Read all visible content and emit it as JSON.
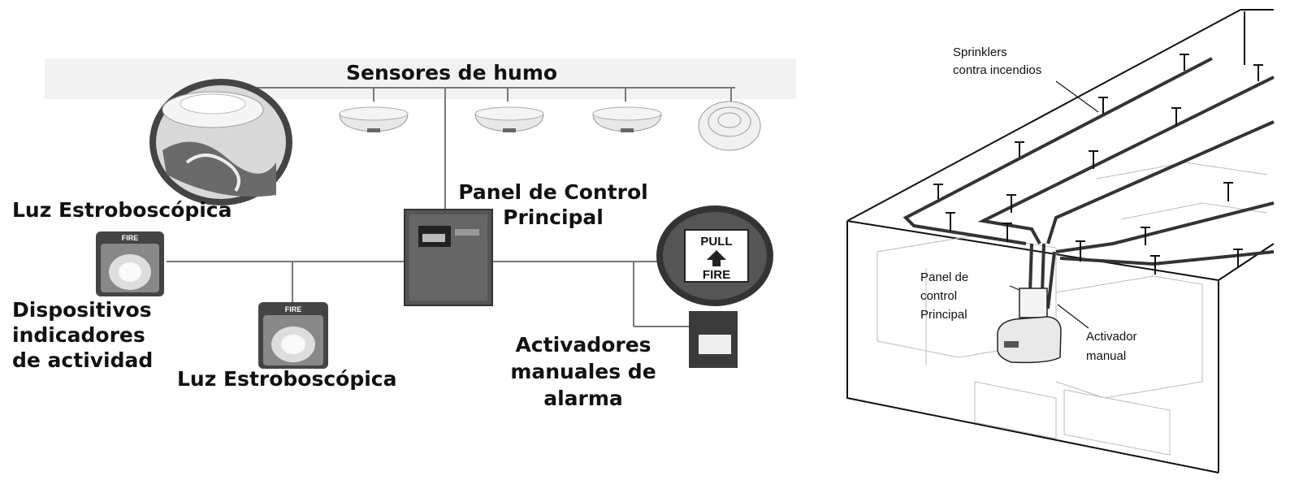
{
  "left_diagram": {
    "smoke_sensors_label": "Sensores de humo",
    "control_panel_label": [
      "Panel de Control",
      "Principal"
    ],
    "strobe_top_label": "Luz Estroboscópica",
    "strobe_bottom_label": "Luz Estroboscópica",
    "indicator_devices_label": [
      "Dispositivos",
      "indicadores",
      "de actividad"
    ],
    "manual_activators_label": [
      "Activadores",
      "manuales de",
      "alarma"
    ],
    "pull_station_text": [
      "PULL",
      "FIRE"
    ],
    "strobe_device_text": "FIRE"
  },
  "right_diagram": {
    "sprinklers_label": [
      "Sprinklers",
      "contra incendios"
    ],
    "control_panel_label": [
      "Panel de",
      "control",
      "Principal"
    ],
    "manual_activator_label": [
      "Activador",
      "manual"
    ]
  }
}
